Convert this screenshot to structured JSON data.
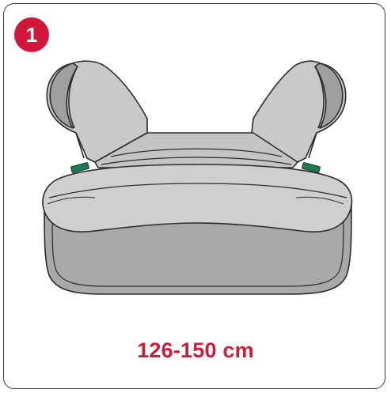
{
  "step": {
    "number": "1",
    "color": "#d2173a"
  },
  "illustration": {
    "subject": "booster-seat-cushion",
    "colors": {
      "fabric_light": "#cfcfcf",
      "fabric_mid": "#b4b4b4",
      "fabric_dark": "#9e9e9e",
      "outline": "#2b2b2b",
      "connector": "#1f7a4f"
    }
  },
  "label": {
    "height_range": "126-150 cm",
    "color": "#c81e3c"
  }
}
